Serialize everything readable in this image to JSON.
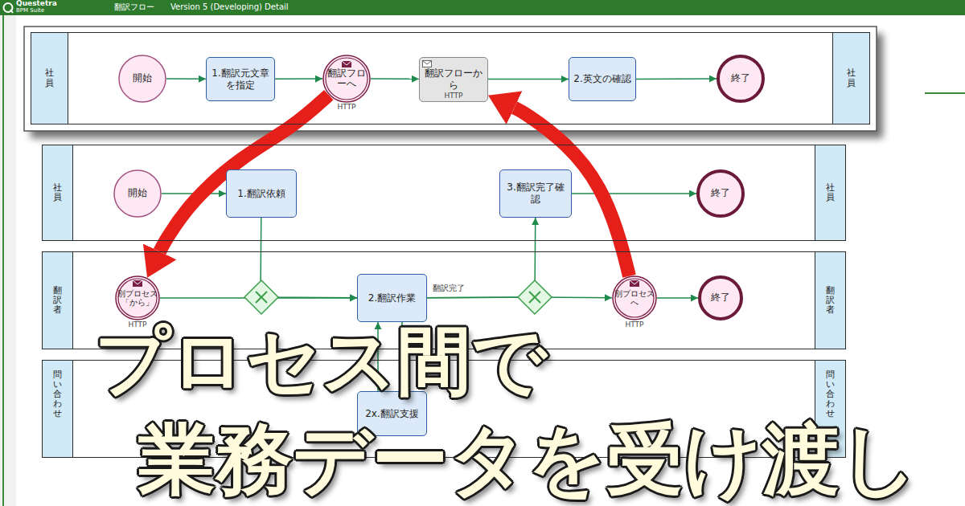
{
  "diagram": {
    "nodes": [
      {
        "text": [
          "社員",
          "社員"
        ]
      },
      {
        "text": [
          "開始"
        ],
        "in": 0
      },
      {
        "text": [
          "1.翻訳元文章を指定"
        ],
        "in": 0
      },
      {
        "text": [
          "翻訳フローへ",
          "HTTP"
        ],
        "in": 0
      },
      {
        "text": [
          "翻訳フローから",
          "HTTP"
        ],
        "in": 0
      },
      {
        "text": [
          "2.英文の確認"
        ],
        "in": 0
      },
      {
        "text": [
          "終了"
        ],
        "in": 0
      },
      {
        "text": [
          "社員",
          "社員"
        ]
      },
      {
        "text": [
          "開始"
        ],
        "in": 7
      },
      {
        "text": [
          "1.翻訳依頼"
        ],
        "in": 7
      },
      {
        "text": [
          "3.翻訳完了確認"
        ],
        "in": 7
      },
      {
        "text": [
          "終了"
        ],
        "in": 7
      },
      {
        "text": [
          "翻訳者",
          "翻訳者"
        ]
      },
      {
        "text": [
          "別プロセス「から」",
          "HTTP"
        ],
        "in": 12
      },
      {
        "text": [
          "2.翻訳作業"
        ],
        "in": 12
      },
      {
        "text": [
          "別プロセスへ",
          "HTTP"
        ],
        "in": 12
      },
      {
        "text": [
          "終了"
        ],
        "in": 12
      },
      {
        "text": [
          "問い合わせ",
          "問い合わせ"
        ]
      },
      {
        "text": [
          "2x.翻訳支援"
        ],
        "in": 17
      }
    ],
    "edges": [
      {
        "from": 1,
        "to": 2,
        "arrow": "to"
      },
      {
        "from": 2,
        "to": 3,
        "arrow": "to"
      },
      {
        "from": 3,
        "to": 4,
        "arrow": "to"
      },
      {
        "from": 4,
        "to": 5,
        "arrow": "to"
      },
      {
        "from": 5,
        "to": 6,
        "arrow": "to"
      },
      {
        "from": 8,
        "to": 9,
        "arrow": "to"
      },
      {
        "from": 9,
        "to": 14,
        "arrow": "to"
      },
      {
        "from": 13,
        "to": 14,
        "arrow": "to"
      },
      {
        "from": 14,
        "to": 10,
        "label": "翻訳完了",
        "arrow": "to"
      },
      {
        "from": 14,
        "to": 15,
        "arrow": "to"
      },
      {
        "from": 15,
        "to": 16,
        "arrow": "to"
      },
      {
        "from": 10,
        "to": 11,
        "arrow": "to"
      },
      {
        "from": 14,
        "to": 18,
        "arrow": "to"
      },
      {
        "from": 18,
        "to": 14,
        "arrow": "to"
      },
      {
        "from": 3,
        "to": 13,
        "arrow": "to"
      },
      {
        "from": 15,
        "to": 4,
        "arrow": "to"
      }
    ],
    "labels": [
      "Questetra",
      "BPM Suite",
      "翻訳フロー",
      "Version 5 (Developing) Detail",
      "プロセス間で",
      "業務データを受け渡し"
    ]
  }
}
